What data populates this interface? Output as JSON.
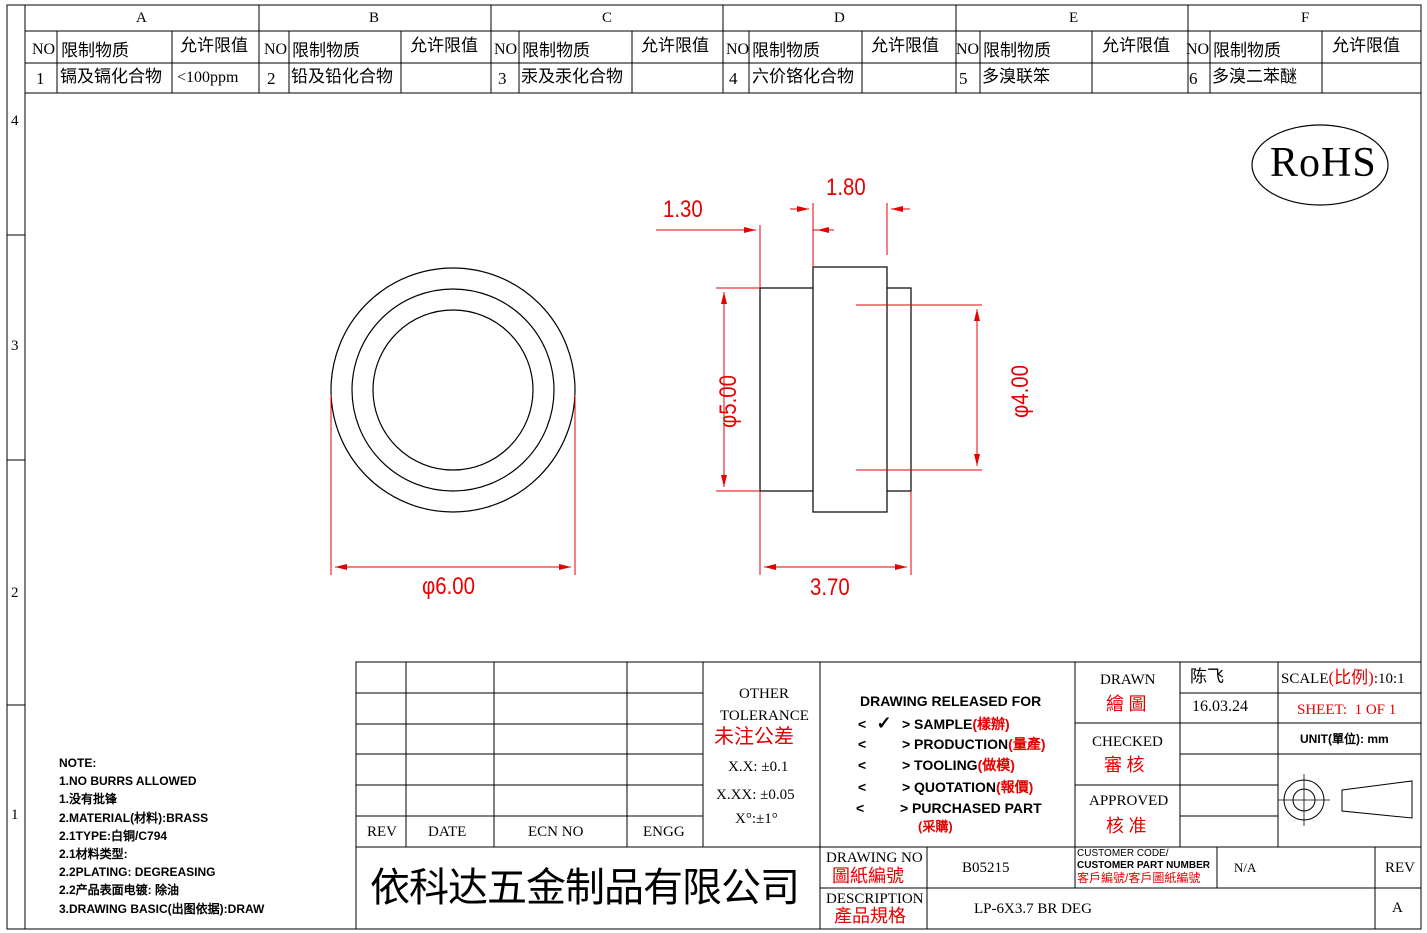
{
  "zones": {
    "columns": [
      "A",
      "B",
      "C",
      "D",
      "E",
      "F"
    ],
    "rows": [
      "4",
      "3",
      "2",
      "1"
    ]
  },
  "substances": {
    "headers": {
      "no": "NO",
      "substance": "限制物质",
      "limit": "允许限值"
    },
    "items": [
      {
        "no": "1",
        "name": "镉及镉化合物",
        "limit": "<100ppm"
      },
      {
        "no": "2",
        "name": "铅及铅化合物",
        "limit": ""
      },
      {
        "no": "3",
        "name": "汞及汞化合物",
        "limit": ""
      },
      {
        "no": "4",
        "name": "六价铬化合物",
        "limit": ""
      },
      {
        "no": "5",
        "name": "多溴联笨",
        "limit": ""
      },
      {
        "no": "6",
        "name": "多溴二苯醚",
        "limit": ""
      }
    ]
  },
  "rohs_logo": "RoHS",
  "dimensions": {
    "front_diameter": "φ6.00",
    "side_diameter_left": "φ5.00",
    "side_diameter_right": "φ4.00",
    "flange_step": "1.30",
    "flange_width": "1.80",
    "total_length": "3.70"
  },
  "notes": {
    "title": "NOTE:",
    "lines": [
      "1.NO BURRS ALLOWED",
      "1.没有批锋",
      "2.MATERIAL(材料):BRASS",
      "2.1TYPE:白铜/C794",
      "2.1材料类型:",
      "2.2PLATING: DEGREASING",
      "2.2产品表面电镀: 除油",
      "3.DRAWING BASIC(出图依据):DRAW"
    ]
  },
  "revision_table": {
    "headers": [
      "REV",
      "DATE",
      "ECN NO",
      "ENGG"
    ]
  },
  "tolerance": {
    "title_en_1": "OTHER",
    "title_en_2": "TOLERANCE",
    "title_cn": "未注公差",
    "x": "X.X: ±0.1",
    "xx": "X.XX: ±0.05",
    "angle": "X°:±1°"
  },
  "release": {
    "title": "DRAWING RELEASED FOR",
    "options": [
      {
        "mark": "✓",
        "label": "SAMPLE",
        "cn": "(樣辦)"
      },
      {
        "mark": "",
        "label": "PRODUCTION",
        "cn": "(量產)"
      },
      {
        "mark": "",
        "label": "TOOLING",
        "cn": "(做模)"
      },
      {
        "mark": "",
        "label": "QUOTATION",
        "cn": "(報價)"
      },
      {
        "mark": "",
        "label": "PURCHASED PART",
        "cn": "(采購)"
      }
    ]
  },
  "signoff": {
    "drawn_en": "DRAWN",
    "drawn_cn": "繪 圖",
    "drawn_by": "陈飞",
    "drawn_date": "16.03.24",
    "checked_en": "CHECKED",
    "checked_cn": "審 核",
    "approved_en": "APPROVED",
    "approved_cn": "核 准"
  },
  "scale_info": {
    "scale_label": "SCALE",
    "scale_cn": "(比例)",
    "scale_value": ":10:1",
    "sheet": "SHEET:  1 OF 1",
    "unit": "UNIT(單位): mm"
  },
  "company": "依科达五金制品有限公司",
  "drawing_no": {
    "en": "DRAWING NO",
    "cn": "圖紙編號",
    "value": "B05215"
  },
  "customer": {
    "line1": "CUSTOMER CODE/",
    "line2": "CUSTOMER PART NUMBER",
    "line3": "客戶編號/客戶圖紙編號",
    "value": "N/A"
  },
  "description": {
    "en": "DESCRIPTION",
    "cn": "產品規格",
    "value": "LP-6X3.7 BR DEG"
  },
  "rev": {
    "label": "REV",
    "value": "A"
  },
  "colors": {
    "dimension_red": "#e60000",
    "line_black": "#000000"
  }
}
